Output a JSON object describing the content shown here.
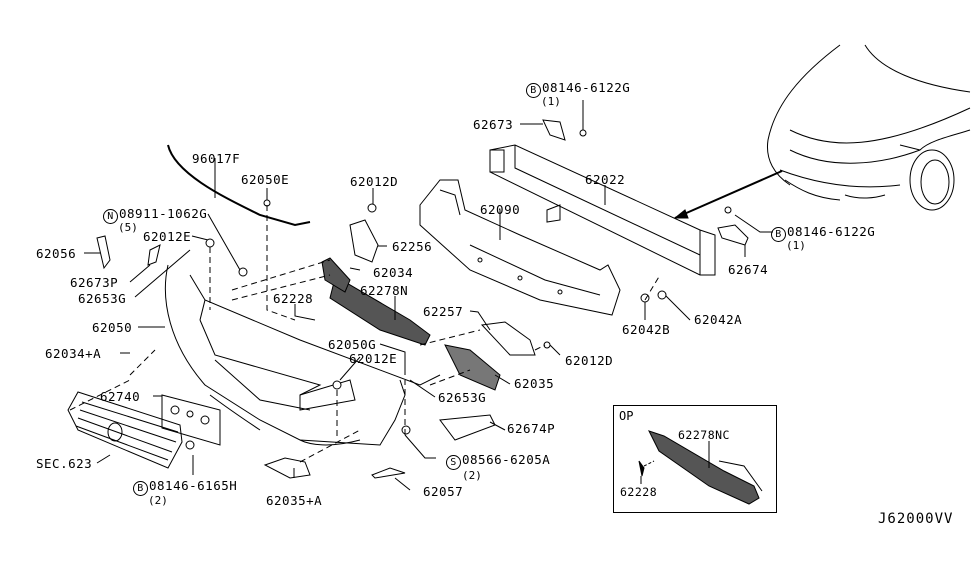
{
  "diagram": {
    "title_code": "J62000VV",
    "inset_title": "OP",
    "labels": {
      "p96017F": "96017F",
      "p62050E": "62050E",
      "p62012D_top": "62012D",
      "bolt_N": {
        "prefix": "N",
        "part": "08911-1062G",
        "qty": "(5)"
      },
      "p62012E_left": "62012E",
      "p62056": "62056",
      "p62673P": "62673P",
      "p62653G_left": "62653G",
      "p62256": "62256",
      "p62034": "62034",
      "p62228": "62228",
      "p62278N": "62278N",
      "p62050": "62050",
      "p62034A": "62034+A",
      "p62740": "62740",
      "sec623": "SEC.623",
      "bolt_B_bottom": {
        "prefix": "B",
        "part": "08146-6165H",
        "qty": "(2)"
      },
      "p62035A": "62035+A",
      "p62057": "62057",
      "screw_S": {
        "prefix": "S",
        "part": "08566-6205A",
        "qty": "(2)"
      },
      "p62674P": "62674P",
      "p62653G_right": "62653G",
      "p62050G": "62050G",
      "p62012E_mid": "62012E",
      "p62035": "62035",
      "p62257": "62257",
      "p62012D_right": "62012D",
      "p62090": "62090",
      "p62022": "62022",
      "p62673": "62673",
      "bolt_B_top": {
        "prefix": "B",
        "part": "08146-6122G",
        "qty": "(1)"
      },
      "bolt_B_right": {
        "prefix": "B",
        "part": "08146-6122G",
        "qty": "(1)"
      },
      "p62674": "62674",
      "p62042A": "62042A",
      "p62042B": "62042B",
      "inset_62278NC": "62278NC",
      "inset_62228": "62228"
    }
  }
}
